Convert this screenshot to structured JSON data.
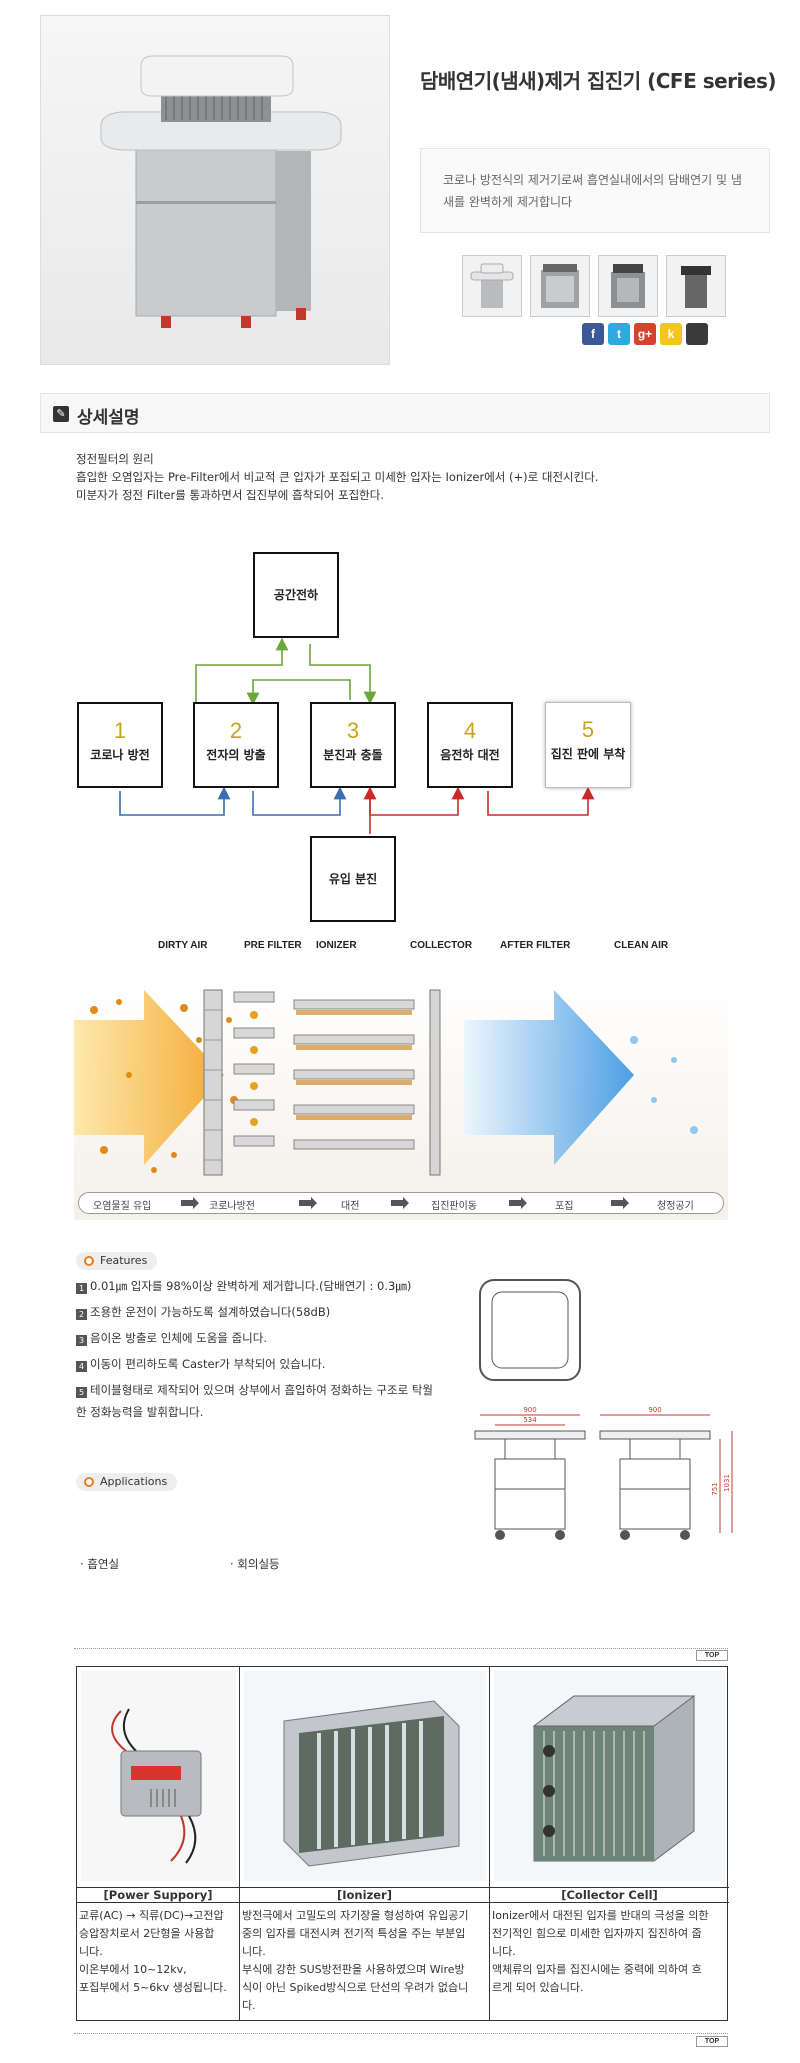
{
  "product": {
    "title": "담배연기(냄새)제거 집진기 (CFE series)",
    "description": "코로나 방전식의 제거기로써 흡연실내에서의 담배연기 및 냄새를 완벽하게 제거합니다"
  },
  "sns": [
    {
      "icon": "facebook-icon",
      "glyph": "f",
      "color": "#3b5998"
    },
    {
      "icon": "twitter-icon",
      "glyph": "t",
      "color": "#2fa9e0"
    },
    {
      "icon": "google-plus-icon",
      "glyph": "g+",
      "color": "#d8412d"
    },
    {
      "icon": "kakaostory-icon",
      "glyph": "k",
      "color": "#f4c51b"
    },
    {
      "icon": "band-icon",
      "glyph": "",
      "color": "#3a3a3a"
    }
  ],
  "section": {
    "title": "상세설명",
    "icon": "pencil-icon"
  },
  "principle": {
    "line1": "정전필터의 원리",
    "line2": "흡입한 오염입자는 Pre-Filter에서 비교적 큰 입자가 포집되고 미세한 입자는 Ionizer에서 (+)로 대전시킨다.",
    "line3": "미분자가 정전 Filter를 통과하면서 집진부에 흡착되어 포집한다."
  },
  "flow": {
    "top": "공간전하",
    "bottom": "유입 분진",
    "steps": [
      {
        "num": "1",
        "label": "코로나 방전"
      },
      {
        "num": "2",
        "label": "전자의 방출"
      },
      {
        "num": "3",
        "label": "분진과 충돌"
      },
      {
        "num": "4",
        "label": "음전하 대전"
      },
      {
        "num": "5",
        "label": "집진 판에 부착"
      }
    ],
    "colors": {
      "green": "#6aa73a",
      "blue": "#3a6fb5",
      "red": "#cc2a2a"
    }
  },
  "air": {
    "labels": [
      "DIRTY AIR",
      "PRE FILTER",
      "IONIZER",
      "COLLECTOR",
      "AFTER FILTER",
      "CLEAN AIR"
    ],
    "strip": [
      "오염물질 유입",
      "코로나방전",
      "대전",
      "집진판이동",
      "포집",
      "청정공기"
    ]
  },
  "features": {
    "title": "Features",
    "items": [
      "0.01㎛ 입자를 98%이상 완벽하게 제거합니다.(담배연기 : 0.3㎛)",
      "조용한 운전이 가능하도록 설계하였습니다(58dB)",
      "음이온 방출로 인체에 도움을 줍니다.",
      "이동이 편리하도록 Caster가 부착되어 있습니다.",
      "테이블형태로 제작되어 있으며 상부에서 흡입하여 정화하는 구조로 탁월",
      "한 정화능력을 발휘합니다."
    ],
    "nums": [
      "1",
      "2",
      "3",
      "4",
      "5"
    ]
  },
  "drawing": {
    "dim_top": "900",
    "dim_inner": "534",
    "dim_side": "900",
    "dim_h1": "751",
    "dim_h2": "1031"
  },
  "applications": {
    "title": "Applications",
    "items": [
      "· 흡연실",
      "· 회의실등"
    ]
  },
  "top_label": "TOP",
  "parts": [
    {
      "title": "[Power Suppory]",
      "lines": [
        "교류(AC) → 직류(DC)→고전압",
        "승압장치로서 2단형을 사용합",
        "니다.",
        "이온부에서 10~12kv,",
        "포집부에서 5~6kv 생성됩니다."
      ]
    },
    {
      "title": "[Ionizer]",
      "lines": [
        "방전극에서 고밀도의 자기장을 형성하여 유입공기",
        "중의 입자를 대전시켜 전기적 특성을 주는 부분입",
        "니다.",
        "부식에 강한 SUS방전판을 사용하였으며 Wire방",
        "식이 아닌 Spiked방식으로 단선의 우려가 없습니",
        "다."
      ]
    },
    {
      "title": "[Collector Cell]",
      "lines": [
        "Ionizer에서 대전된 입자를 반대의 극성을 의한",
        "전기적인 힘으로 미세한 입자까지 집진하여 줍",
        "니다.",
        "액체류의 입자를 집진시에는 중력에 의하여 흐",
        "르게 되어 있습니다."
      ]
    }
  ]
}
